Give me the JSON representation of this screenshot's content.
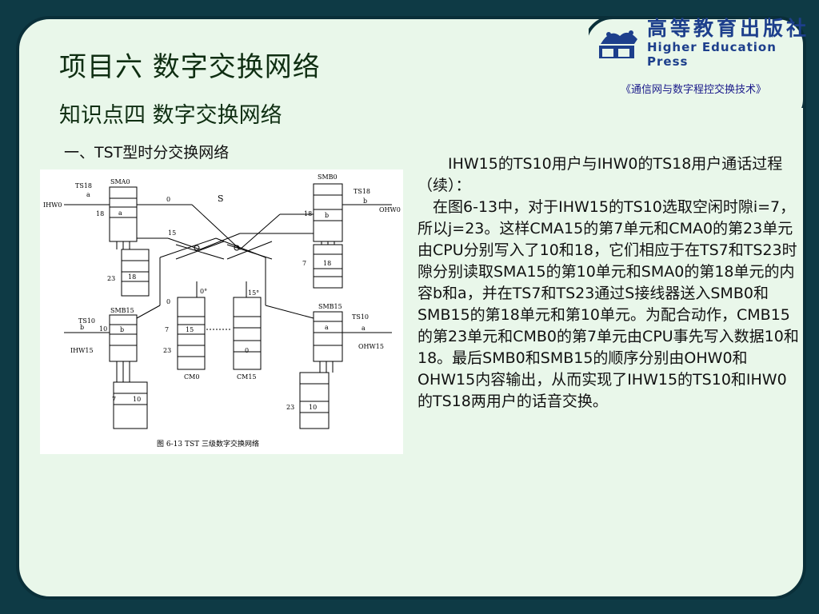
{
  "header": {
    "title": "项目六 数字交换网络",
    "subtitle": "知识点四 数字交换网络",
    "section": "一、TST型时分交换网络",
    "book_title": "《通信网与数字程控交换技术》"
  },
  "logo": {
    "cn": "高等教育出版社",
    "en": "Higher Education Press"
  },
  "figure": {
    "caption": "图 6-13   TST 三级数字交换网络",
    "labels": {
      "ts18_left": "TS18",
      "a_left": "a",
      "ihw0": "IHW0",
      "n18_left": "18",
      "sma0": "SMA0",
      "sma0_a": "a",
      "n0_top": "0",
      "s": "S",
      "smb0": "SMB0",
      "ts18_right": "TS18",
      "b_right": "b",
      "ohw0": "OHW0",
      "n18_smb0": "18",
      "smb0_b": "b",
      "n15_top": "15",
      "n7_smb0": "7",
      "box18_right": "18",
      "n23_left": "23",
      "box18_left": "18",
      "n0_deg": "0°",
      "n15_deg": "15°",
      "n0_mid": "0",
      "smb15": "SMB15",
      "sma15": "SMB15",
      "ts10_left": "TS10",
      "b_left": "b",
      "n10_left": "10",
      "smb15_b": "b",
      "ihw15": "IHW15",
      "n7_cm": "7",
      "n23_cm": "23",
      "cm0_15": "15",
      "cm15_0": "0",
      "cm0": "CM0",
      "cm15": "CM15",
      "ts10_right": "TS10",
      "a_right": "a",
      "sma15_a": "a",
      "ohw15": "OHW15",
      "n7_left_bottom": "7",
      "box10_left": "10",
      "n23_right_bottom": "23",
      "box10_right": "10"
    }
  },
  "body": {
    "p1": "IHW15的TS10用户与IHW0的TS18用户通话过程（续）：",
    "p2": "在图6-13中，对于IHW15的TS10选取空闲时隙i=7，所以j=23。这样CMA15的第7单元和CMA0的第23单元由CPU分别写入了10和18，它们相应于在TS7和TS23时隙分别读取SMA15的第10单元和SMA0的第18单元的内容b和a，并在TS7和TS23通过S接线器送入SMB0和SMB15的第18单元和第10单元。为配合动作，CMB15的第23单元和CMB0的第7单元由CPU事先写入数据10和18。最后SMB0和SMB15的顺序分别由OHW0和OHW15内容输出，从而实现了IHW15的TS10和IHW0的TS18两用户的话音交换。"
  }
}
